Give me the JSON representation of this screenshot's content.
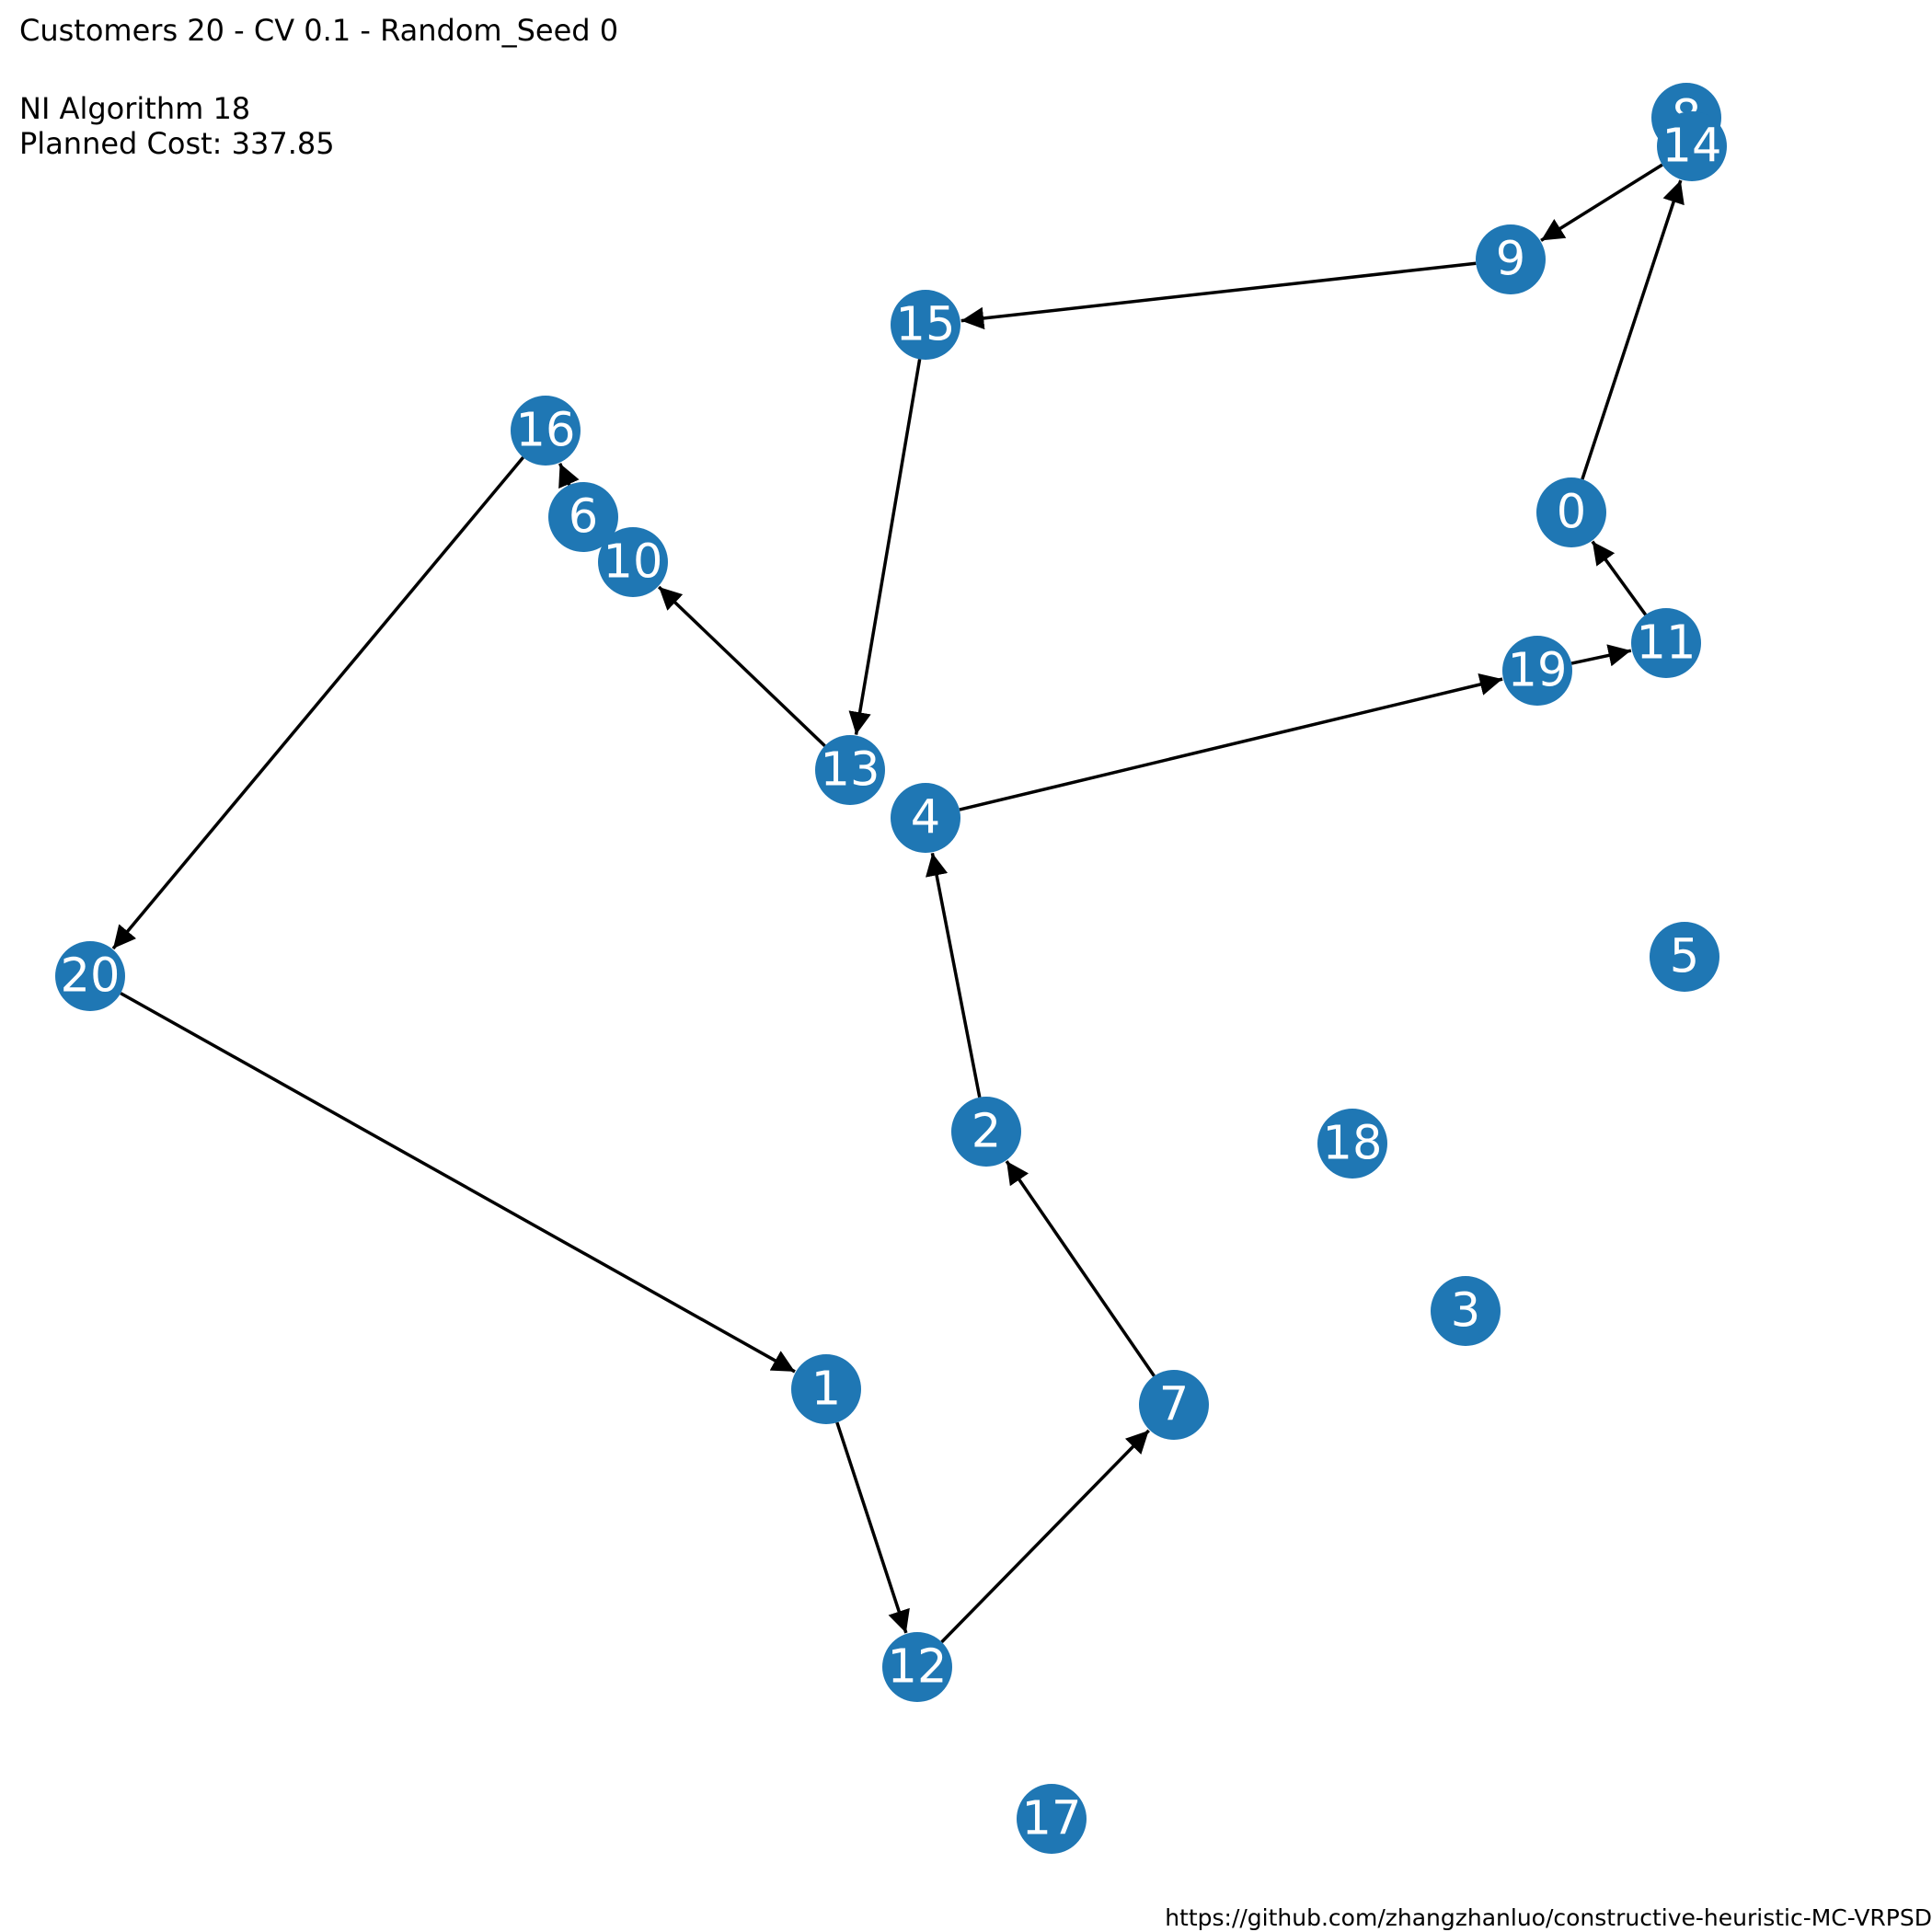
{
  "header": {
    "title": "Customers 20 - CV 0.1 - Random_Seed 0",
    "algorithm": "NI Algorithm 18",
    "planned_cost": "Planned Cost: 337.85"
  },
  "footer": {
    "url": "https://github.com/zhangzhanluo/constructive-heuristic-MC-VRPSD"
  },
  "colors": {
    "node_fill": "#1f77b4",
    "node_label": "#ffffff",
    "edge": "#000000"
  },
  "graph": {
    "nodes": [
      {
        "id": "0",
        "label": "0"
      },
      {
        "id": "1",
        "label": "1"
      },
      {
        "id": "2",
        "label": "2"
      },
      {
        "id": "3",
        "label": "3"
      },
      {
        "id": "4",
        "label": "4"
      },
      {
        "id": "5",
        "label": "5"
      },
      {
        "id": "6",
        "label": "6"
      },
      {
        "id": "7",
        "label": "7"
      },
      {
        "id": "8",
        "label": "8"
      },
      {
        "id": "9",
        "label": "9"
      },
      {
        "id": "10",
        "label": "10"
      },
      {
        "id": "11",
        "label": "11"
      },
      {
        "id": "12",
        "label": "12"
      },
      {
        "id": "13",
        "label": "13"
      },
      {
        "id": "14",
        "label": "14"
      },
      {
        "id": "15",
        "label": "15"
      },
      {
        "id": "16",
        "label": "16"
      },
      {
        "id": "17",
        "label": "17"
      },
      {
        "id": "18",
        "label": "18"
      },
      {
        "id": "19",
        "label": "19"
      },
      {
        "id": "20",
        "label": "20"
      }
    ],
    "edges": [
      {
        "from": "0",
        "to": "14"
      },
      {
        "from": "14",
        "to": "9"
      },
      {
        "from": "9",
        "to": "15"
      },
      {
        "from": "15",
        "to": "13"
      },
      {
        "from": "13",
        "to": "10"
      },
      {
        "from": "6",
        "to": "16"
      },
      {
        "from": "16",
        "to": "20"
      },
      {
        "from": "20",
        "to": "1"
      },
      {
        "from": "1",
        "to": "12"
      },
      {
        "from": "12",
        "to": "7"
      },
      {
        "from": "7",
        "to": "2"
      },
      {
        "from": "2",
        "to": "4"
      },
      {
        "from": "4",
        "to": "19"
      },
      {
        "from": "19",
        "to": "11"
      },
      {
        "from": "11",
        "to": "0"
      }
    ]
  }
}
